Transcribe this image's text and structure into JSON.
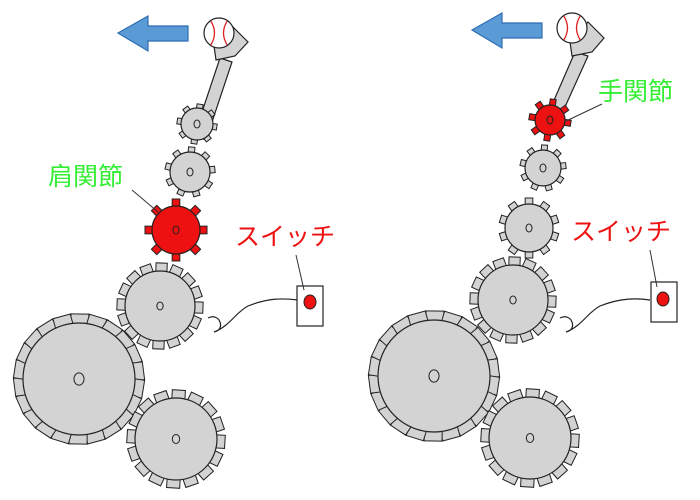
{
  "colors": {
    "background": "#ffffff",
    "gear_fill": "#d3d3d3",
    "active_gear_fill": "#ee1111",
    "outline": "#222222",
    "arrow_fill": "#5b9bd5",
    "arrow_stroke": "#2e6db3",
    "green_label": "#33ee33",
    "red_label": "#ee1111",
    "arm_fill": "#d3d3d3",
    "ball_stitch": "#dd2222"
  },
  "icons": {
    "direction": "left-arrow-icon",
    "ball": "baseball-icon",
    "switch": "push-switch-icon"
  },
  "left_panel": {
    "joint_label": "肩関節",
    "switch_label": "スイッチ"
  },
  "right_panel": {
    "joint_label": "手関節",
    "switch_label": "スイッチ"
  }
}
